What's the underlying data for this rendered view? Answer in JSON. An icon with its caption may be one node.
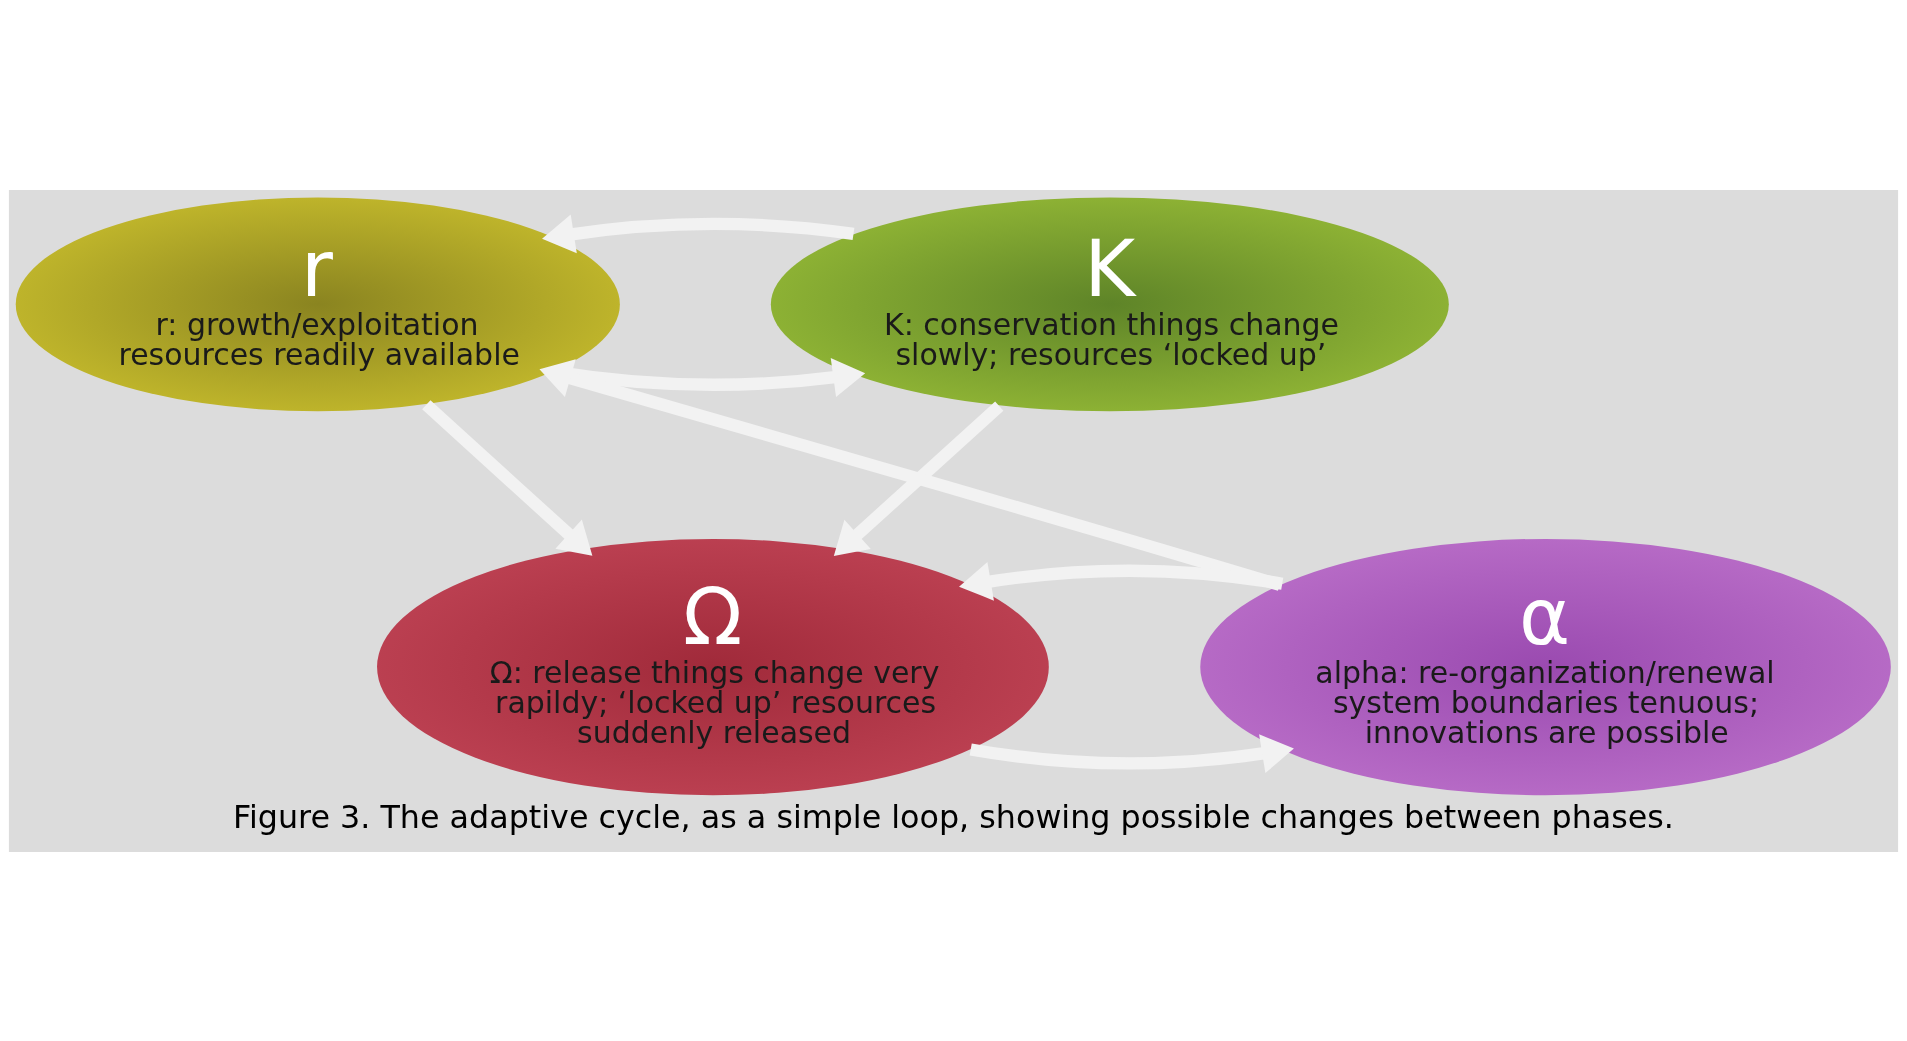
{
  "diagram": {
    "caption": "Figure 3. The adaptive cycle, as a simple loop, showing possible changes between phases.",
    "nodes": [
      {
        "text": [
          "r",
          "r: growth/exploitation resources readily available"
        ]
      },
      {
        "text": [
          "K",
          "K: conservation things change slowly; resources ‘locked up’"
        ]
      },
      {
        "text": [
          "α",
          "alpha: re-organization/renewal system boundaries tenuous; innovations are possible"
        ]
      },
      {
        "text": [
          "Ω",
          "Ω: release things change very rapildy; ‘locked up’ resources suddenly released"
        ]
      }
    ],
    "edges": [
      {
        "from": 0,
        "to": 1,
        "arrow": "to"
      },
      {
        "from": 1,
        "to": 0,
        "arrow": "to"
      },
      {
        "from": 0,
        "to": 3,
        "arrow": "to"
      },
      {
        "from": 1,
        "to": 3,
        "arrow": "to"
      },
      {
        "from": 3,
        "to": 2,
        "arrow": "to"
      },
      {
        "from": 2,
        "to": 3,
        "arrow": "to"
      },
      {
        "from": 2,
        "to": 0,
        "arrow": "to"
      }
    ]
  }
}
